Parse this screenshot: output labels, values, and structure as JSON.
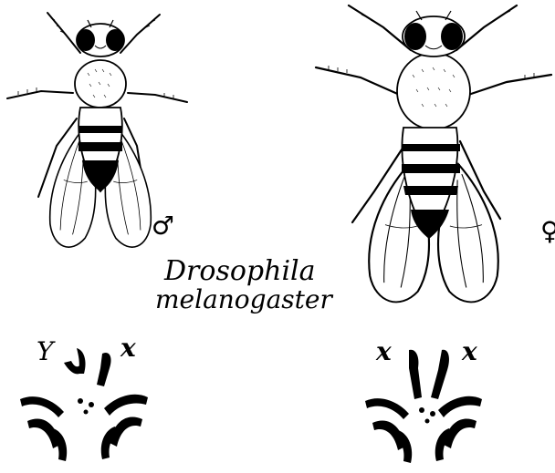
{
  "title": {
    "genus": "Drosophila",
    "species": "melanogaster"
  },
  "male": {
    "symbol": "♂",
    "chromosome_labels": [
      "Y",
      "x"
    ]
  },
  "female": {
    "symbol": "♀",
    "chromosome_labels": [
      "x",
      "x"
    ]
  },
  "colors": {
    "ink": "#000000",
    "background": "#ffffff"
  }
}
